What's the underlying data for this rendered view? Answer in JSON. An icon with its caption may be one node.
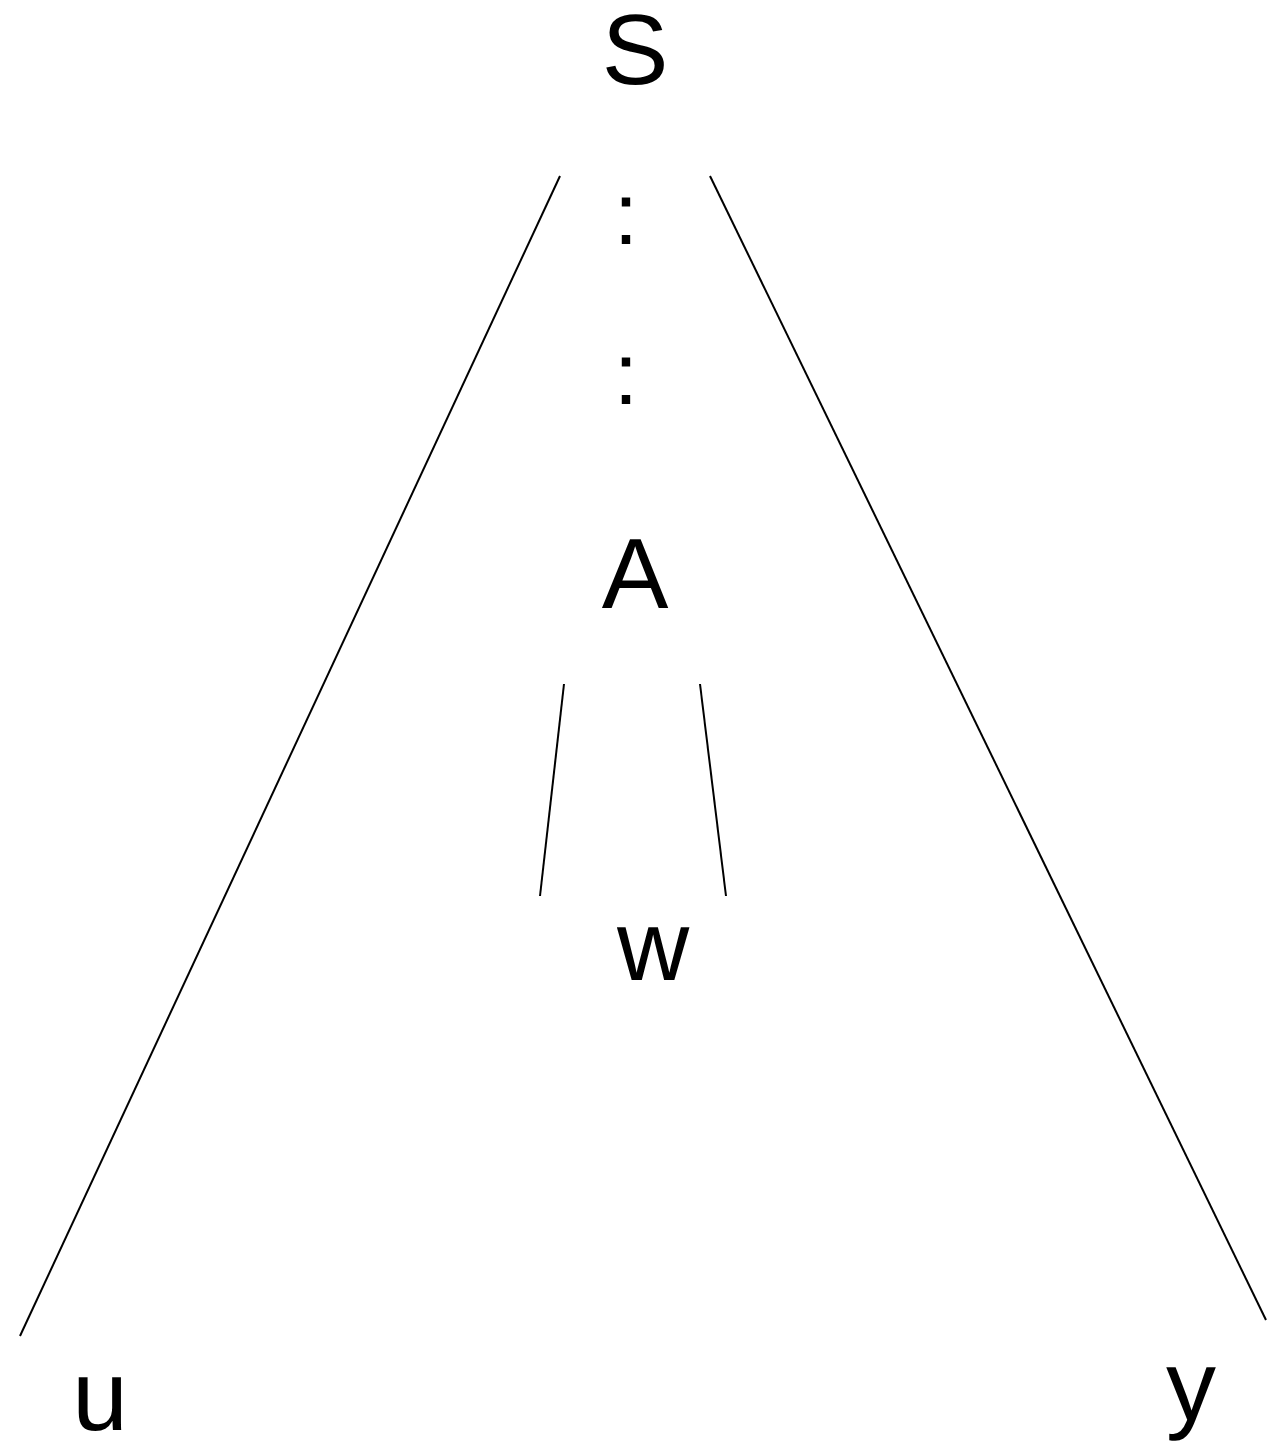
{
  "diagram": {
    "nodes": [
      {
        "text": [
          "S"
        ]
      },
      {
        "text": [
          "A"
        ]
      },
      {
        "text": [
          "w"
        ]
      },
      {
        "text": [
          "u"
        ]
      },
      {
        "text": [
          "y"
        ]
      }
    ],
    "edges": [
      {
        "from": 0,
        "to": 3,
        "arrow": "none"
      },
      {
        "from": 0,
        "to": 4,
        "arrow": "none"
      },
      {
        "from": 1,
        "to": 2,
        "arrow": "none"
      },
      {
        "from": 1,
        "to": 2,
        "arrow": "none"
      }
    ],
    "labels": [
      ":",
      ":"
    ]
  }
}
